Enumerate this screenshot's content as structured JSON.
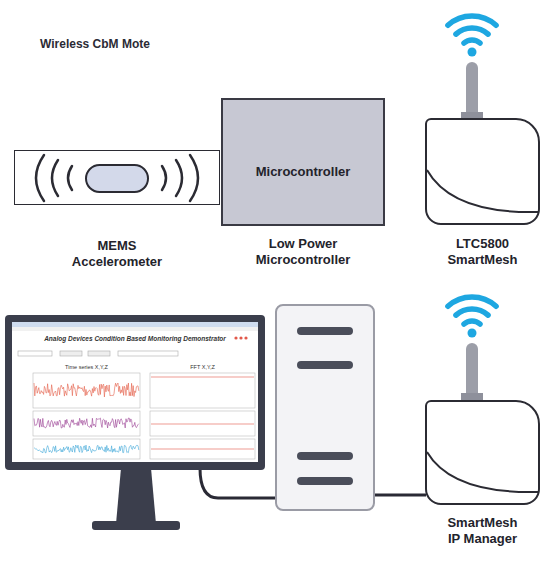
{
  "diagram": {
    "title": "Wireless CbM Mote",
    "nodes": [
      {
        "text": [
          "MEMS Accelerometer"
        ]
      },
      {
        "text": [
          "Microcontroller",
          "Low Power Microcontroller"
        ]
      },
      {
        "text": [
          "LTC5800 SmartMesh"
        ]
      },
      {
        "text": [
          "SmartMesh IP Manager"
        ]
      }
    ],
    "labels": [
      "Analog Devices Condition Based Monitoring Demonstrator",
      "Time series X,Y,Z",
      "FFT X,Y,Z"
    ]
  }
}
